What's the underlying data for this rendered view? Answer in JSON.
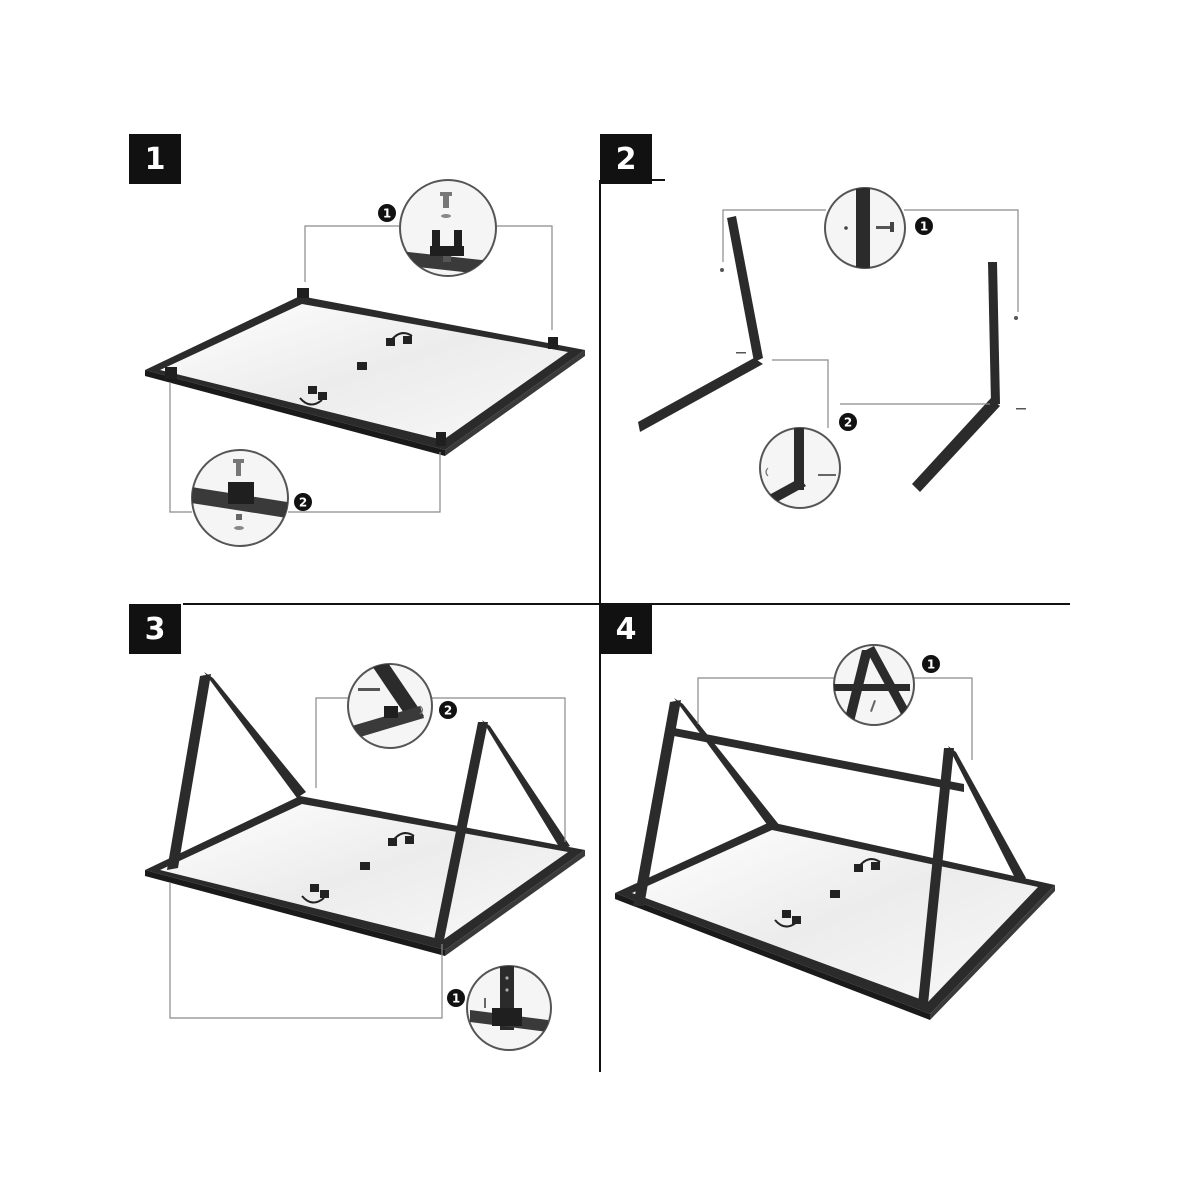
{
  "steps": [
    {
      "number": "1",
      "callouts": [
        "1",
        "2"
      ]
    },
    {
      "number": "2",
      "callouts": [
        "1",
        "2"
      ]
    },
    {
      "number": "3",
      "callouts": [
        "1",
        "2"
      ]
    },
    {
      "number": "4",
      "callouts": [
        "1"
      ]
    }
  ],
  "colors": {
    "frame": "#2b2b2b",
    "panel_glass": "#f2f2f2",
    "leader_line": "#8a8a8a",
    "divider": "#111111",
    "badge": "#111111"
  }
}
